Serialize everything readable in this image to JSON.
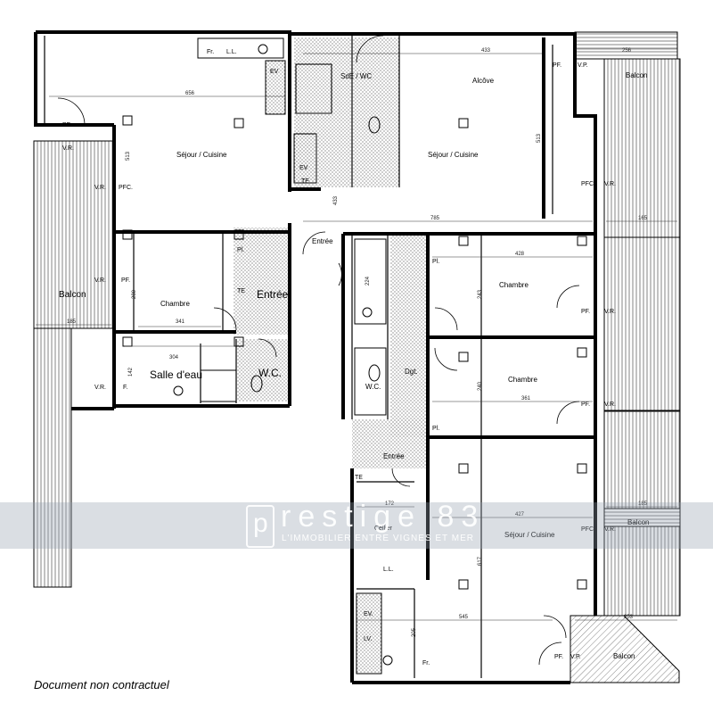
{
  "rooms": {
    "sejour_1": "Séjour / Cuisine",
    "sejour_2": "Séjour / Cuisine",
    "sejour_3": "Séjour / Cuisine",
    "alcove": "Alcôve",
    "sde_wc": "SdE / WC",
    "chambre_1": "Chambre",
    "chambre_2": "Chambre",
    "chambre_3": "Chambre",
    "entree_1": "Entrée",
    "entree_2": "Entrée",
    "entree_3": "Entrée",
    "salle_eau": "Salle d'eau",
    "wc_1": "W.C.",
    "wc_2": "W.C.",
    "dgt": "Dgt.",
    "cellier": "Cellier",
    "balcon_left": "Balcon",
    "balcon_top_right": "Balcon",
    "balcon_mid_right": "Balcon",
    "balcon_bottom_right": "Balcon"
  },
  "equipment": {
    "fr_1": "Fr.",
    "ll_1": "L.L.",
    "ev_1": "EV",
    "ev_2": "EV",
    "te_1": "TE",
    "te_2": "TE",
    "te_3": "TE",
    "pl_1": "Pl.",
    "pl_2": "Pl.",
    "pl_3": "Pl.",
    "ll_2": "L.L.",
    "ev_3": "EV.",
    "lv_1": "LV.",
    "fr_2": "Fr."
  },
  "openings": {
    "pf_1": "PF.",
    "vr_1": "V.R.",
    "vr_2": "V.R.",
    "pfc_1": "PFC.",
    "vr_3": "V.R.",
    "pf_2": "PF.",
    "vr_4": "V.R.",
    "f_1": "F.",
    "pf_3": "PF.",
    "vp_1": "V.P.",
    "pfc_2": "PFC",
    "vr_5": "V.R.",
    "pf_4": "PF.",
    "vr_6": "V.R.",
    "pf_5": "PF.",
    "vr_7": "V.R.",
    "pfc_3": "PFC",
    "vr_8": "V.R.",
    "pf_6": "PF.",
    "vp_2": "V.P."
  },
  "dimensions": {
    "d656": "656",
    "d513a": "513",
    "d433": "433",
    "d513b": "513",
    "d256": "256",
    "d433v": "433",
    "d785": "785",
    "d165": "165",
    "d280": "280",
    "d341": "341",
    "d185a": "185",
    "d304": "304",
    "d142": "142",
    "d224": "224",
    "d428": "428",
    "d243": "243",
    "d240": "240",
    "d361": "361",
    "d172": "172",
    "d427": "427",
    "d185b": "185",
    "d617": "617",
    "d545": "545",
    "d205": "205",
    "d253": "253"
  },
  "watermark": {
    "logo_letter": "p",
    "name": "restige 83",
    "tagline": "L'IMMOBILIER ENTRE VIGNES ET MER"
  },
  "footer": "Document non contractuel"
}
